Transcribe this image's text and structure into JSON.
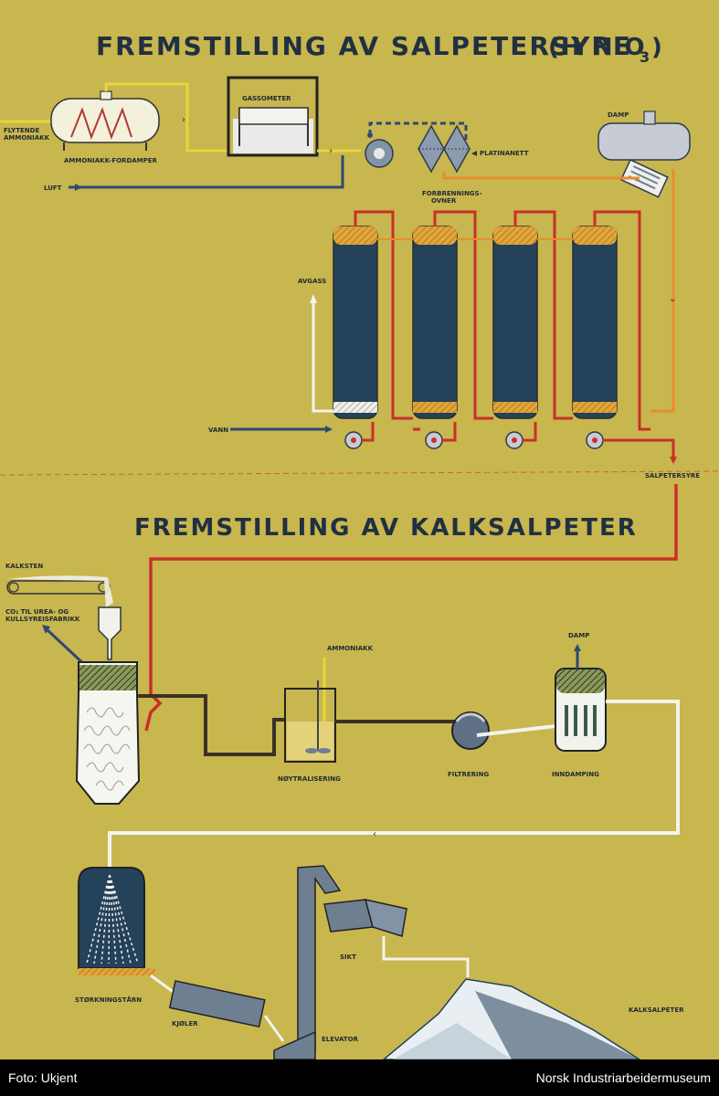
{
  "titles": {
    "top": "FREMSTILLING  AV  SALPETERSYRE",
    "top_formula_main": "(H N O",
    "top_formula_sub": "3",
    "top_formula_close": ")",
    "bottom": "FREMSTILLING  AV  KALKSALPETER"
  },
  "labels": {
    "flytende_1": "FLYTENDE",
    "flytende_2": "AMMONIAKK",
    "ammoniakk_fordamper": "AMMONIAKK-FORDAMPER",
    "gassometer": "GASSOMETER",
    "luft": "LUFT",
    "platinanett": "PLATINANETT",
    "forbrennings_1": "FORBRENNINGS-",
    "forbrennings_2": "OVNER",
    "damp_top": "DAMP",
    "avgass": "AVGASS",
    "vann": "VANN",
    "salpetersyre": "SALPETERSYRE",
    "kalksten": "KALKSTEN",
    "co2_1": "CO₂  TIL  UREA-  OG",
    "co2_2": "KULLSYREISFABRIKK",
    "ammoniakk": "AMMONIAKK",
    "damp_bottom": "DAMP",
    "noytralisering": "NØYTRALISERING",
    "filtrering": "FILTRERING",
    "inndamping": "INNDAMPING",
    "storkningstarn": "STØRKNINGSTÅRN",
    "sikt": "SIKT",
    "kjoler": "KJØLER",
    "elevator": "ELEVATOR",
    "kalksalpeter": "KALKSALPETER"
  },
  "caption": {
    "credit": "Foto: Ukjent",
    "museum": "Norsk Industriarbeidermuseum"
  },
  "colors": {
    "background": "#c8b64f",
    "red_pipe": "#c9302a",
    "orange_pipe": "#e98d2e",
    "yellow_pipe": "#e8d53a",
    "blue_pipe": "#2c4a73",
    "dark_pipe": "#3a3226",
    "white_pipe": "#f3f3ee",
    "column_fill": "#24425a",
    "gray_equipment": "#6f7f92"
  },
  "icons": {
    "pump": "pump-icon",
    "filter": "filter-drum-icon",
    "stirrer": "stirrer-icon",
    "conveyor": "conveyor-icon"
  }
}
